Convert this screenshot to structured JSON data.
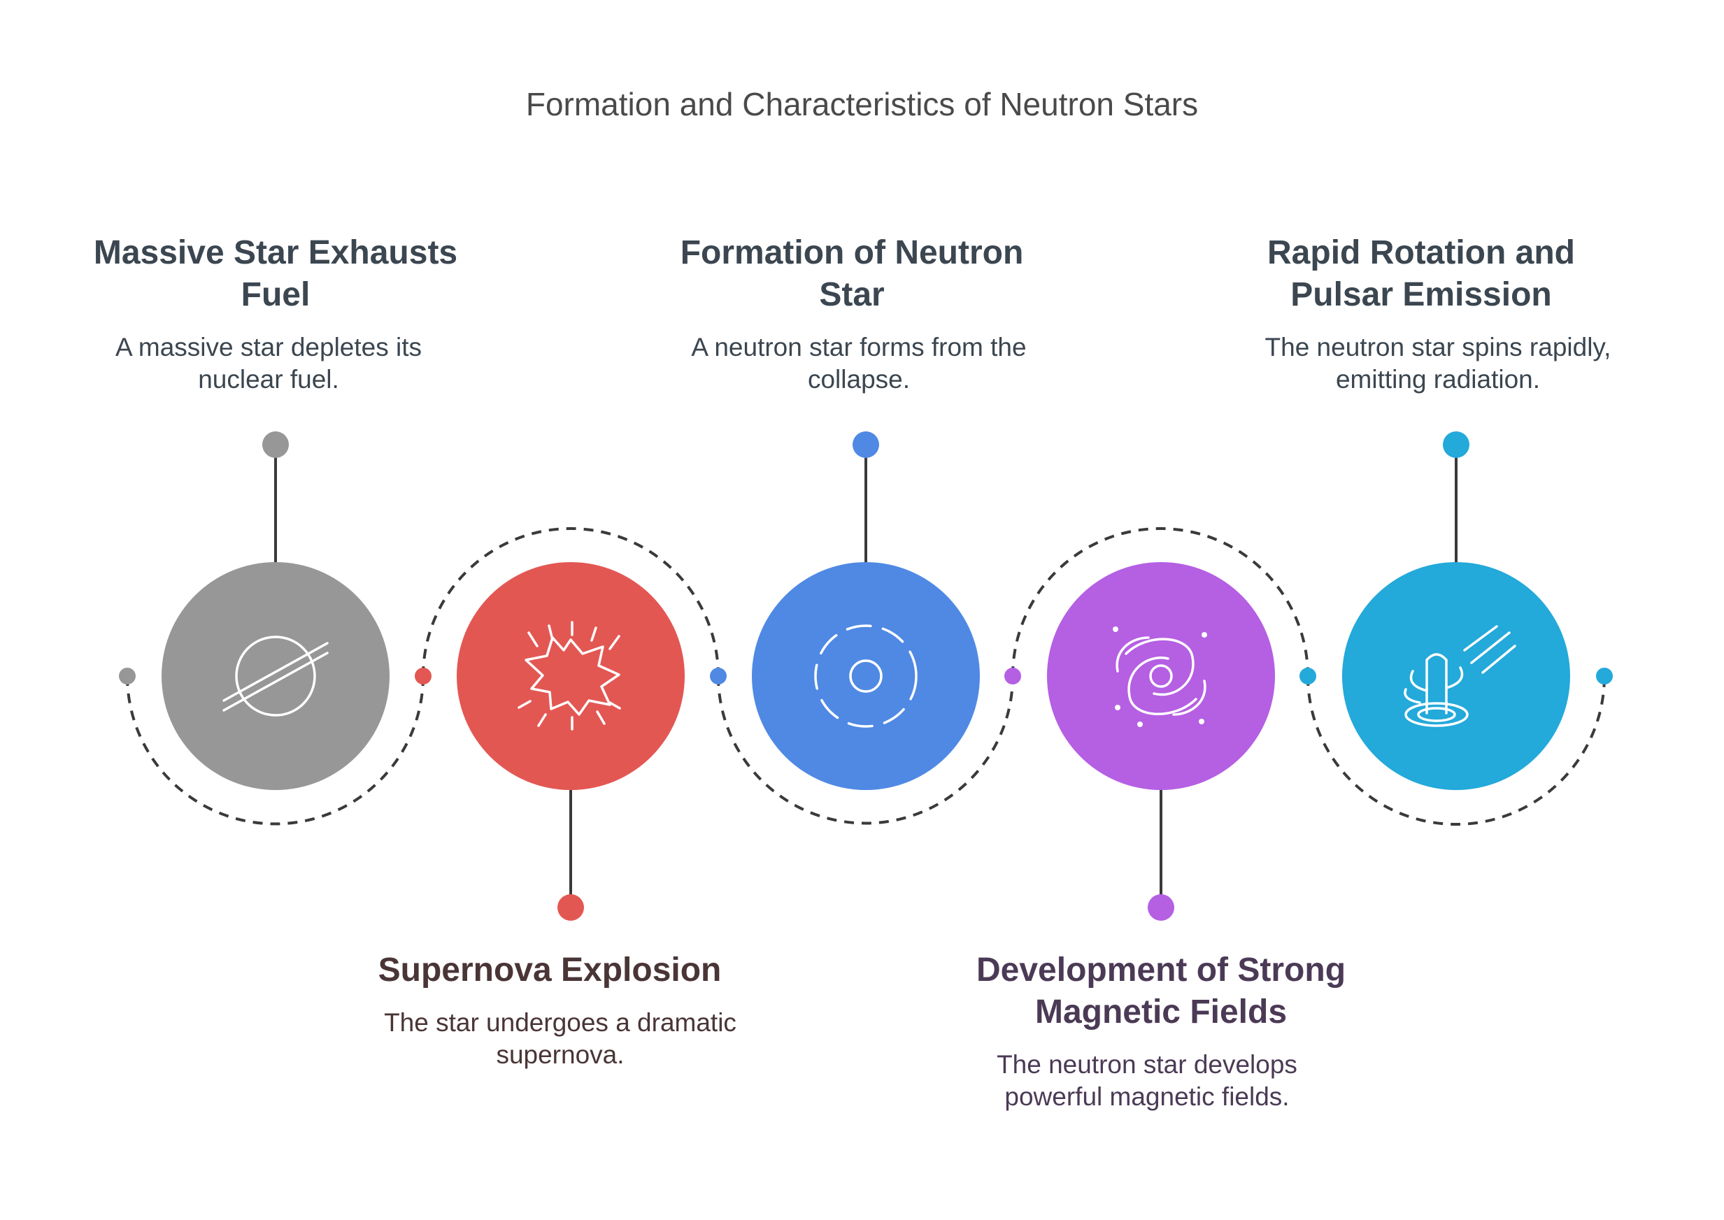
{
  "title": "Formation and Characteristics of Neutron Stars",
  "colors": {
    "gray": "#979797",
    "red": "#e35753",
    "blue": "#4f89e4",
    "purple": "#b55fe3",
    "cyan": "#23a9da",
    "connector": "#3a3a3a"
  },
  "steps": [
    {
      "heading_line1": "Massive Star Exhausts",
      "heading_line2": "Fuel",
      "desc_line1": "A massive star depletes its",
      "desc_line2": "nuclear fuel.",
      "icon": "stellar-logo-icon",
      "color": "#979797"
    },
    {
      "heading_line1": "Supernova Explosion",
      "heading_line2": "",
      "desc_line1": "The star undergoes a dramatic",
      "desc_line2": "supernova.",
      "icon": "explosion-icon",
      "color": "#e35753"
    },
    {
      "heading_line1": "Formation of Neutron",
      "heading_line2": "Star",
      "desc_line1": "A neutron star forms from the",
      "desc_line2": "collapse.",
      "icon": "collapsing-core-icon",
      "color": "#4f89e4"
    },
    {
      "heading_line1": "Development of Strong",
      "heading_line2": "Magnetic Fields",
      "desc_line1": "The neutron star develops",
      "desc_line2": "powerful magnetic fields.",
      "icon": "galaxy-swirl-icon",
      "color": "#b55fe3"
    },
    {
      "heading_line1": "Rapid Rotation and",
      "heading_line2": "Pulsar Emission",
      "desc_line1": "The neutron star spins rapidly,",
      "desc_line2": "emitting radiation.",
      "icon": "spinning-pulsar-icon",
      "color": "#23a9da"
    }
  ]
}
